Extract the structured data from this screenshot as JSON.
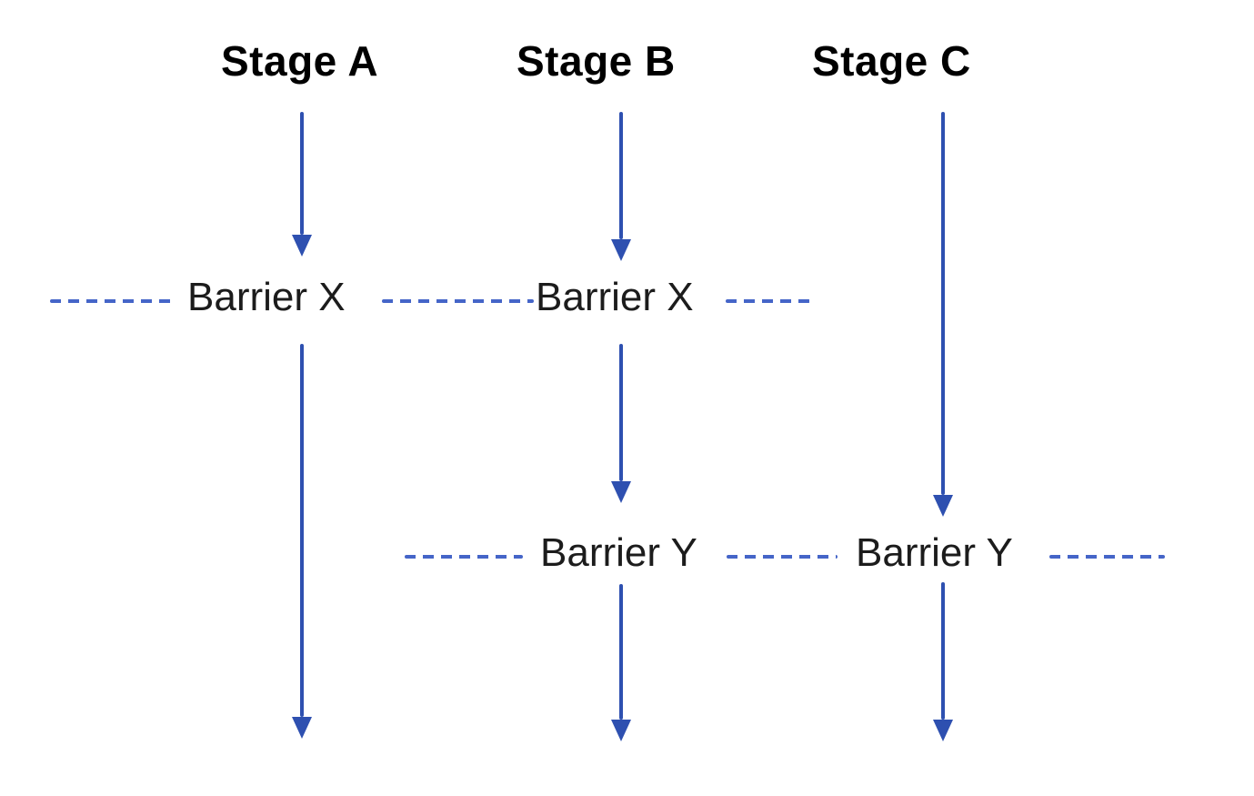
{
  "diagram": {
    "type": "parallel-stage-flow",
    "stages": [
      {
        "label": "Stage A",
        "barriers_crossed": [
          "Barrier X"
        ]
      },
      {
        "label": "Stage B",
        "barriers_crossed": [
          "Barrier X",
          "Barrier Y"
        ]
      },
      {
        "label": "Stage C",
        "barriers_crossed": [
          "Barrier Y"
        ]
      }
    ],
    "barrier_rows": [
      {
        "labels": [
          "Barrier X",
          "Barrier X"
        ]
      },
      {
        "labels": [
          "Barrier Y",
          "Barrier Y"
        ]
      }
    ]
  },
  "colors": {
    "background": "#ffffff",
    "arrow": "#2e50b0",
    "dashed_line": "#4565c8",
    "stage_label_text": "#000000",
    "barrier_label_text": "#1c1c1c"
  }
}
